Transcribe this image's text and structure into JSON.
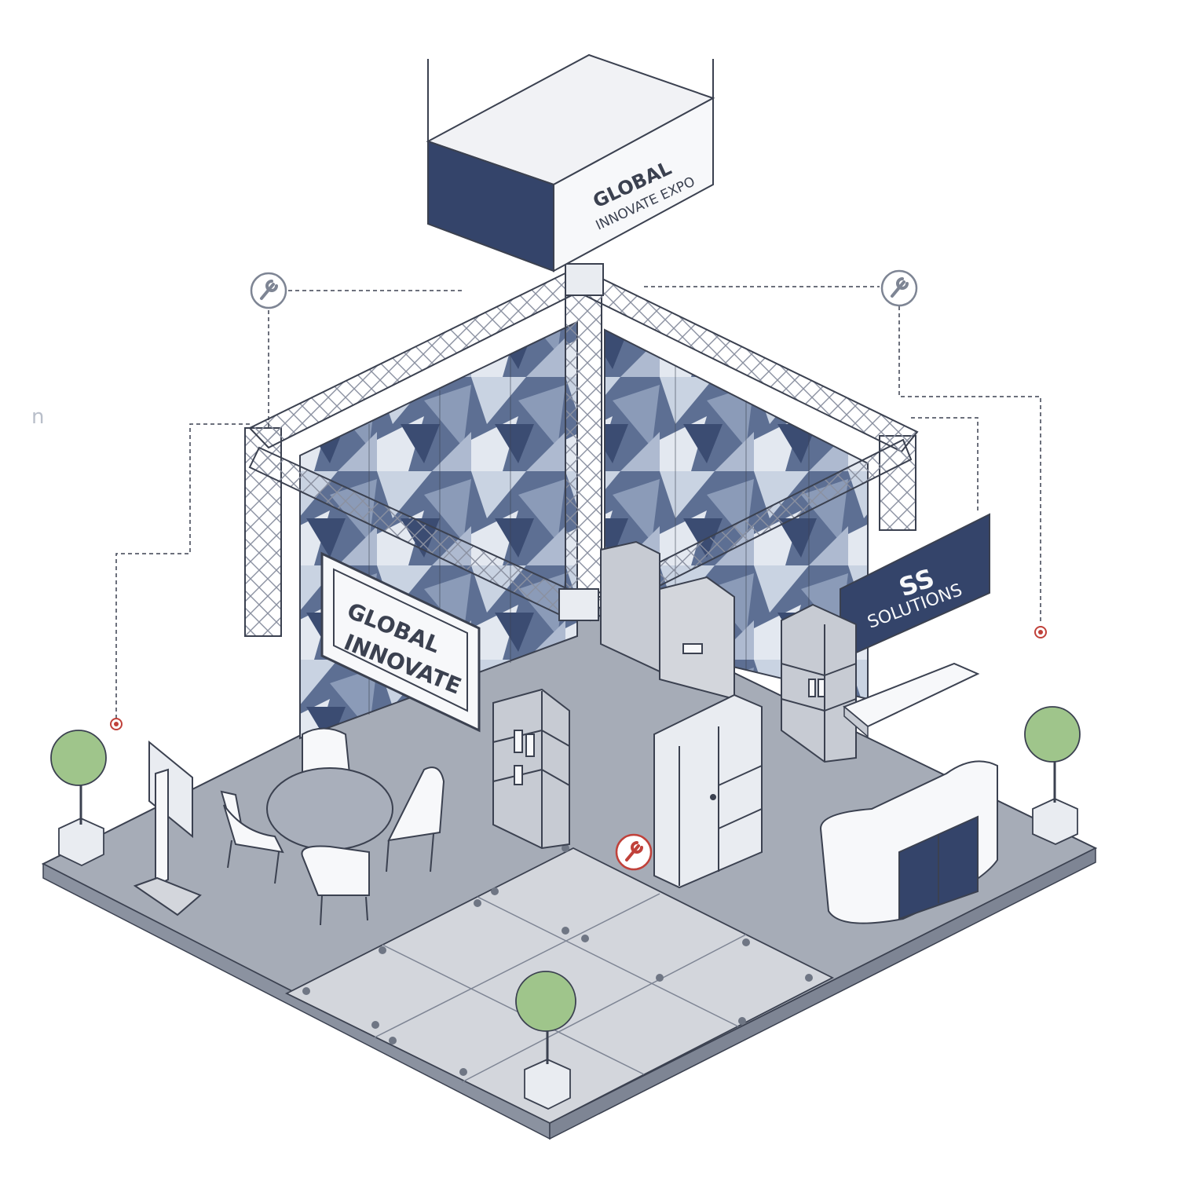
{
  "colors": {
    "navy": "#34446a",
    "navy_dark": "#28365a",
    "floor": "#a6acb7",
    "floor_light": "#d3d6dc",
    "floor_edge": "#8b92a0",
    "truss": "#e9ecf1",
    "line": "#3b4150",
    "accent_red": "#c0413a",
    "plant": "#9fc58b",
    "white": "#f7f8fa"
  },
  "signs": {
    "hanging_line1": "GLOBAL",
    "hanging_line2": "INNOVATE EXPO",
    "wall_line1": "GLOBAL",
    "wall_line2": "INNOVATE",
    "brand_logo": "SS",
    "brand_name": "SOLUTIONS"
  },
  "icons": {
    "rigging_left": "wrench-icon",
    "rigging_right": "wrench-icon",
    "service_point": "wrench-icon",
    "markers": "power-point-icon"
  },
  "stray_glyph": "n"
}
